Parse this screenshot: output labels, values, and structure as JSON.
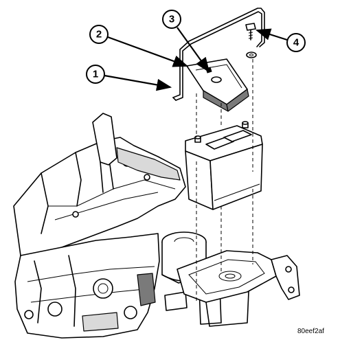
{
  "callouts": [
    {
      "label": "1"
    },
    {
      "label": "2"
    },
    {
      "label": "3"
    },
    {
      "label": "4"
    }
  ],
  "figure_code": "80eef2af"
}
